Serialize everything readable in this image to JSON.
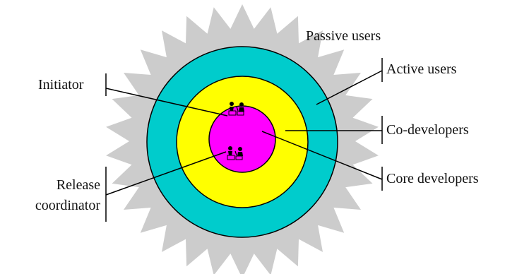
{
  "labels": {
    "passive_users": "Passive users",
    "active_users": "Active users",
    "co_developers": "Co-developers",
    "core_developers": "Core developers",
    "initiator": "Initiator",
    "release_line1": "Release",
    "release_line2": "coordinator"
  },
  "colors": {
    "passive": "#cccccc",
    "active": "#00cccc",
    "co": "#ffff00",
    "core": "#ff00ff",
    "outline": "#000000",
    "leader": "#000000"
  },
  "icons": {
    "initiator": "person-at-desk-icon",
    "release_coordinator": "person-at-desk-icon"
  }
}
